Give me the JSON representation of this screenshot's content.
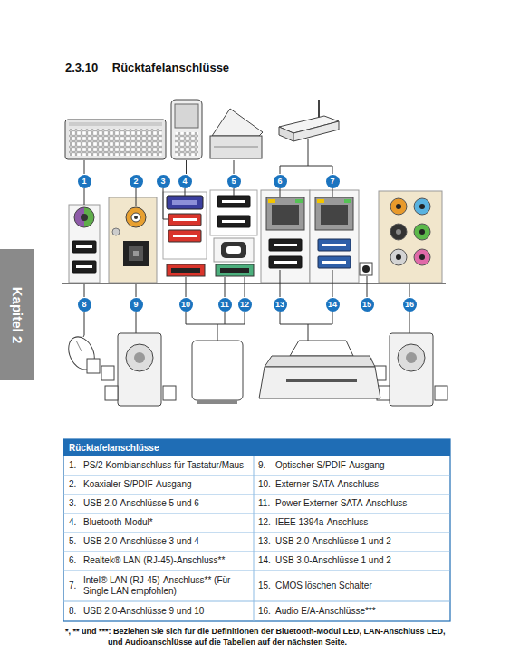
{
  "diagram": {
    "title": "2.3.10 Rücktafelanschlüsse",
    "nodes": [
      {
        "text": [
          "1"
        ]
      },
      {
        "text": [
          "2"
        ]
      },
      {
        "text": [
          "3"
        ]
      },
      {
        "text": [
          "4"
        ]
      },
      {
        "text": [
          "5"
        ]
      },
      {
        "text": [
          "6"
        ]
      },
      {
        "text": [
          "7"
        ]
      },
      {
        "text": [
          "Kapitel 2"
        ]
      },
      {
        "text": [
          "8"
        ]
      },
      {
        "text": [
          "9"
        ]
      },
      {
        "text": [
          "10"
        ]
      },
      {
        "text": [
          "11"
        ]
      },
      {
        "text": [
          "12"
        ]
      },
      {
        "text": [
          "13"
        ]
      },
      {
        "text": [
          "14"
        ]
      },
      {
        "text": [
          "15"
        ]
      },
      {
        "text": [
          "16"
        ]
      },
      {
        "text": [
          "Rücktafelanschlüsse"
        ]
      }
    ],
    "labels": [
      "1.",
      "PS/2 Kombianschluss für Tastatur/Maus",
      "9.",
      "Optischer S/PDIF-Ausgang",
      "2.",
      "Koaxialer S/PDIF-Ausgang",
      "10.",
      "Externer SATA-Anschluss",
      "3.",
      "USB 2.0-Anschlüsse 5 und 6",
      "11.",
      "Power Externer SATA-Anschluss",
      "4.",
      "Bluetooth-Modul*",
      "12.",
      "IEEE 1394a-Anschluss",
      "5.",
      "USB 2.0-Anschlüsse 3 und 4",
      "13.",
      "USB 2.0-Anschlüsse 1 und 2",
      "6.",
      "Realtek® LAN (RJ-45)-Anschluss**",
      "14.",
      "USB 3.0-Anschlüsse 1 und 2",
      "7.",
      "Intel® LAN (RJ-45)-Anschluss** (Für Single LAN empfohlen)",
      "15.",
      "CMOS löschen Schalter",
      "8.",
      "USB 2.0-Anschlüsse 9 und 10",
      "16.",
      "Audio E/A-Anschlüsse***",
      "*, ** und ***: Beziehen Sie sich für die Definitionen der Bluetooth-Modul LED, LAN-Anschluss LED, und Audioanschlüsse auf die Tabellen auf der nächsten Seite."
    ]
  }
}
